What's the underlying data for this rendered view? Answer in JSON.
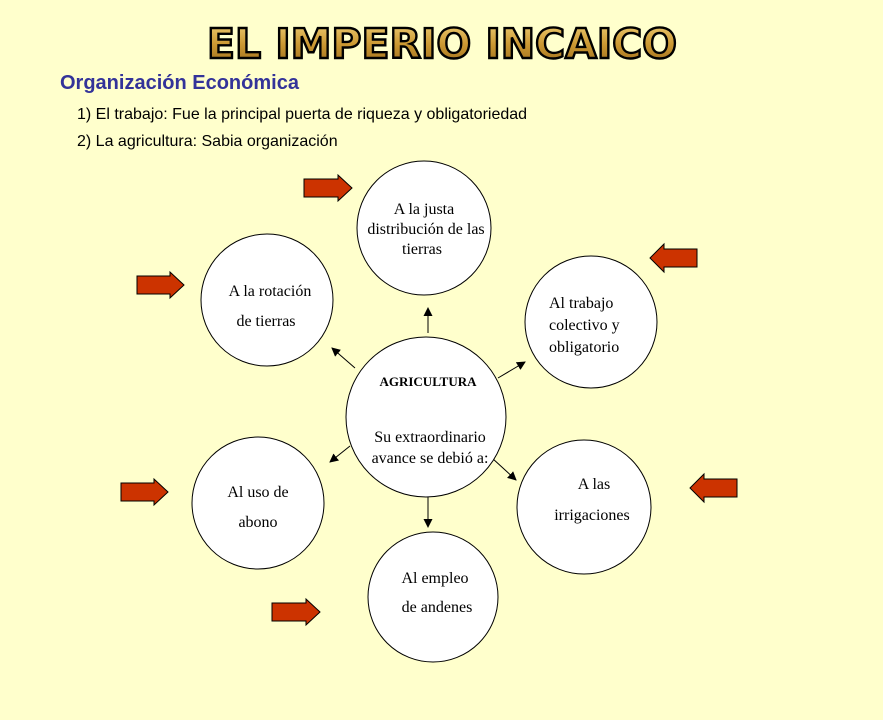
{
  "title": "EL IMPERIO INCAICO",
  "subtitle": "Organización Económica",
  "points": [
    "1) El trabajo: Fue la principal puerta de riqueza y obligatoriedad",
    "2) La agricultura: Sabia organización"
  ],
  "center": {
    "heading": "AGRICULTURA",
    "line1": "Su extraordinario",
    "line2": "avance se debió a:"
  },
  "circles": [
    {
      "id": "top",
      "lines": [
        "A la justa",
        "distribución de las",
        "tierras"
      ]
    },
    {
      "id": "upper-left",
      "lines": [
        "A la rotación",
        "de tierras"
      ]
    },
    {
      "id": "upper-right",
      "lines": [
        "Al trabajo",
        "colectivo y",
        "obligatorio"
      ]
    },
    {
      "id": "lower-left",
      "lines": [
        "Al uso de",
        "abono"
      ]
    },
    {
      "id": "lower-right",
      "lines": [
        "A las",
        "irrigaciones"
      ]
    },
    {
      "id": "bottom",
      "lines": [
        "Al empleo",
        "de andenes"
      ]
    }
  ],
  "colors": {
    "background": "#ffffcc",
    "title_fill": "#cc9933",
    "subtitle": "#333399",
    "arrow_fill": "#cc3300"
  }
}
